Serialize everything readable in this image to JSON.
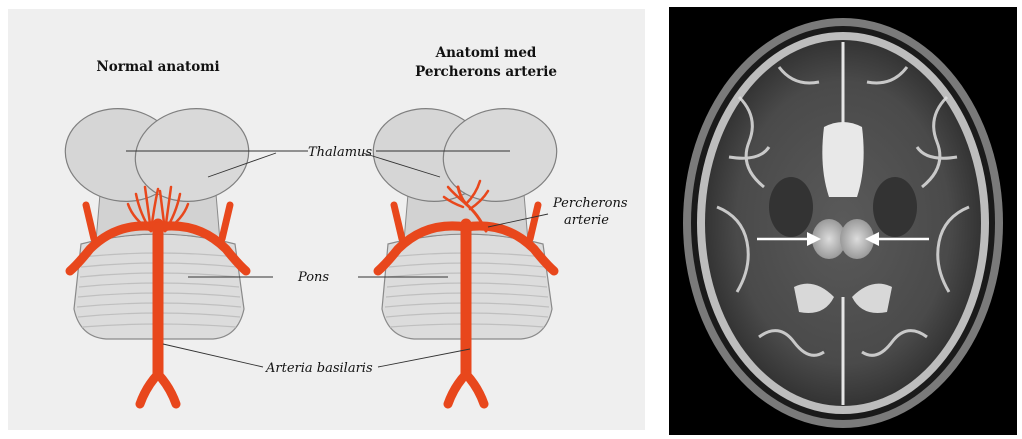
{
  "diagram": {
    "normal_title": "Normal anatomi",
    "variant_title_line1": "Anatomi med",
    "variant_title_line2": "Percherons arterie",
    "labels": {
      "thalamus": "Thalamus",
      "pons": "Pons",
      "percherons_line1": "Percherons",
      "percherons_line2": "arterie",
      "arteria_basilaris": "Arteria basilaris"
    },
    "colors": {
      "artery": "#e8471c",
      "tissue": "#d8d8d8",
      "outline": "#8a8a8a",
      "panel_background": "#efefef"
    }
  },
  "mri": {
    "modality": "T2-weighted axial MRI",
    "arrow_color": "#ffffff"
  }
}
